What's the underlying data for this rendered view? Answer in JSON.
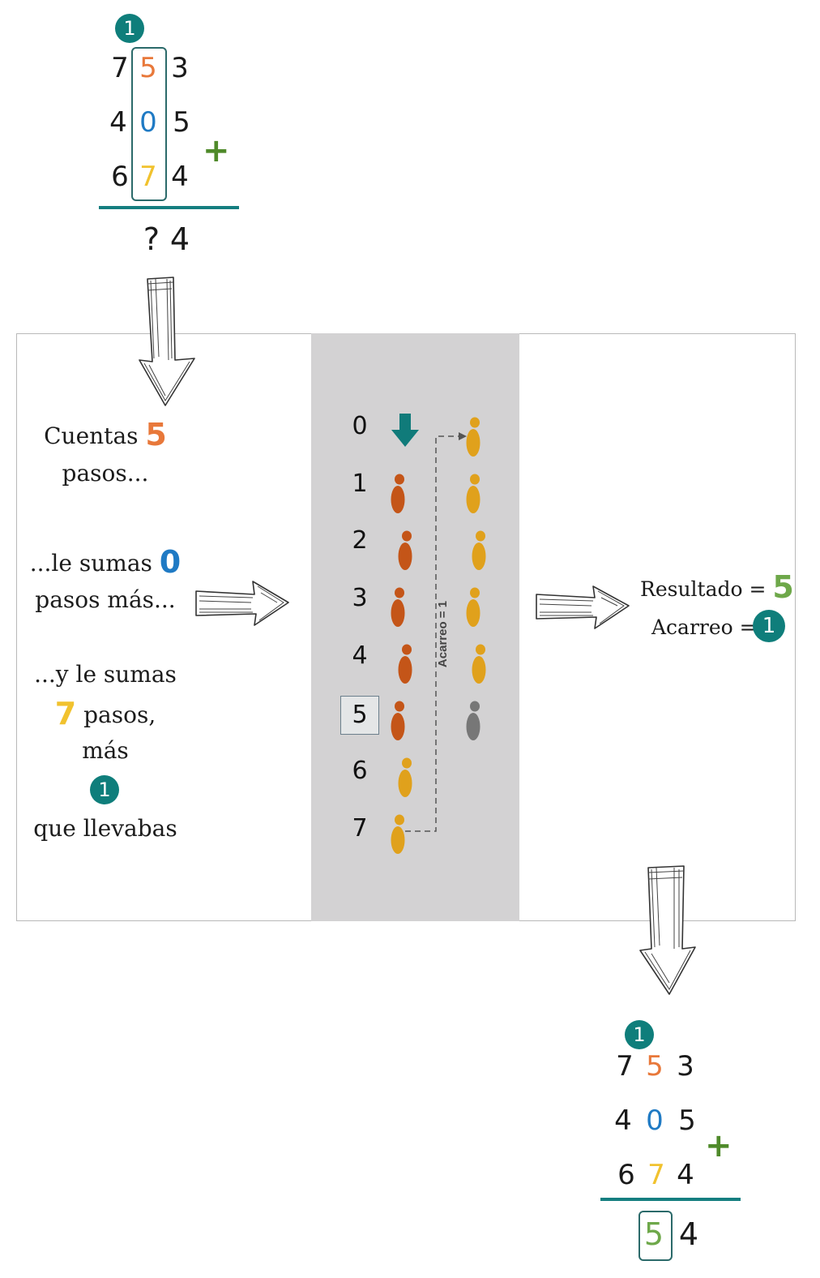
{
  "top_sum": {
    "carry": "1",
    "rows": [
      [
        "7",
        "5",
        "3"
      ],
      [
        "4",
        "0",
        "5"
      ],
      [
        "6",
        "7",
        "4"
      ]
    ],
    "operator": "+",
    "result": [
      "?",
      "4"
    ]
  },
  "left_panel": {
    "line1_text": "Cuentas",
    "line1_num": "5",
    "line2_text": "pasos...",
    "line3_text": "...le sumas",
    "line3_num": "0",
    "line4_text": "pasos más...",
    "line5_text": "...y le sumas",
    "line6_num": "7",
    "line6_text": "pasos,",
    "line7_text": "más",
    "carry_badge": "1",
    "line8_text": "que llevabas"
  },
  "middle_panel": {
    "row_labels": [
      "0",
      "1",
      "2",
      "3",
      "4",
      "5",
      "6",
      "7"
    ],
    "highlighted_row": "5",
    "carry_line_label": "Acarreo = 1",
    "colors": {
      "panel_bg": "#d3d2d3",
      "step_first": "#c45518",
      "step_second": "#e0a11c",
      "step_gray": "#777777",
      "start_arrow": "#107b7a"
    }
  },
  "right_panel": {
    "result_label": "Resultado =",
    "result_value": "5",
    "carry_label": "Acarreo =",
    "carry_value": "1"
  },
  "bottom_sum": {
    "carry": "1",
    "rows": [
      [
        "7",
        "5",
        "3"
      ],
      [
        "4",
        "0",
        "5"
      ],
      [
        "6",
        "7",
        "4"
      ]
    ],
    "operator": "+",
    "result": [
      "5",
      "4"
    ]
  },
  "icons": {
    "arrow_down_1": "sketch-arrow-down",
    "arrow_right_1": "sketch-arrow-right",
    "arrow_right_2": "sketch-arrow-right",
    "arrow_down_2": "sketch-arrow-down",
    "footprint": "footprint-icon"
  }
}
